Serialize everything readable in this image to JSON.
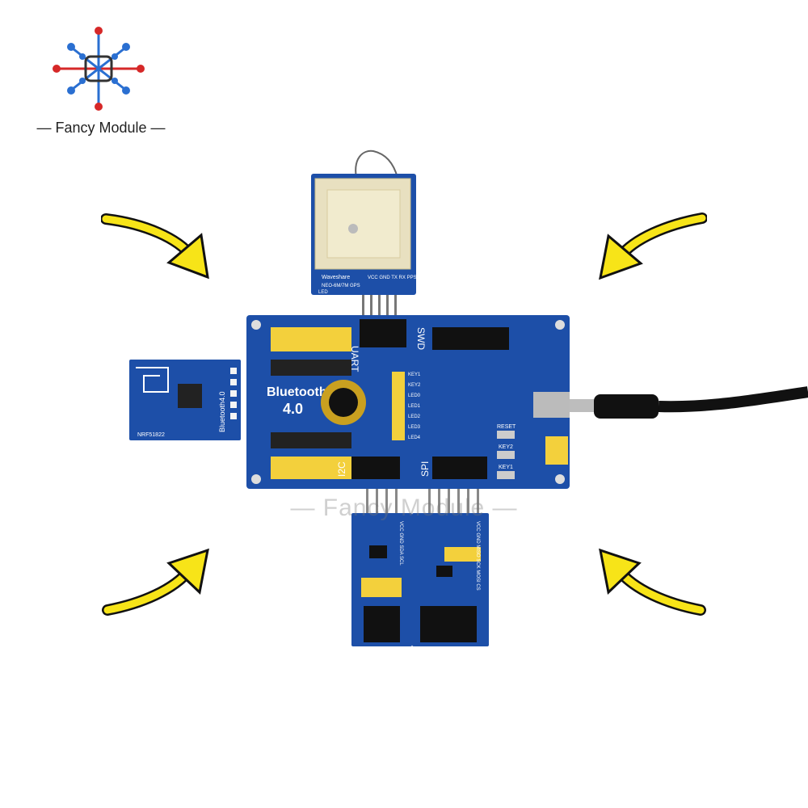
{
  "logo": {
    "brand": "Fancy Module"
  },
  "watermark": {
    "text": "— Fancy Module —"
  },
  "gps_module": {
    "brand": "Waveshare",
    "model": "NEO-6M/7M GPS",
    "pins": "VCC GND TX RX PPS",
    "led": "LED"
  },
  "bluetooth_module": {
    "label": "Bluetooth4.0",
    "chip": "NRF51822"
  },
  "main_board": {
    "title_line1": "Bluetooth",
    "title_line2": "4.0",
    "uart_label": "UART",
    "swd_label": "SWD",
    "i2c_label": "I2C",
    "spi_label": "SPI",
    "reset_label": "RESET",
    "key2_label": "KEY2",
    "key1_label": "KEY1",
    "key_labels": [
      "KEY1",
      "KEY2",
      "LED0",
      "LED1",
      "LED2",
      "LED3",
      "LED4"
    ]
  },
  "lcd_module": {
    "pins": "VCC GND SDA SCL"
  },
  "flash_module": {
    "pins": "VCC GND MISO SCK MOSI CS"
  },
  "colors": {
    "board_blue": "#1d4fa8",
    "header_yellow": "#f3d03c",
    "arrow_yellow": "#f7e418",
    "cable_black": "#111111"
  }
}
